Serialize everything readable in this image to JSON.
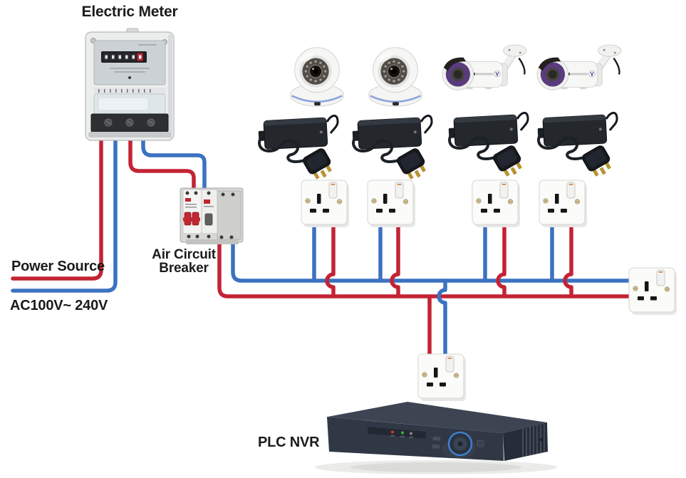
{
  "diagram": {
    "labels": {
      "electric_meter": "Electric Meter",
      "air_circuit_breaker_line1": "Air Circuit",
      "air_circuit_breaker_line2": "Breaker",
      "power_source": "Power Source",
      "voltage_range": "AC100V~ 240V",
      "plc_nvr": "PLC NVR"
    },
    "wire_colors": {
      "live": "#c32334",
      "neutral": "#3b72c1"
    },
    "accent_colors": {
      "dome_camera_stripe": "#8aa4dc",
      "bullet_camera_ring": "#5a3b7d",
      "nvr_dial_ring": "#3f7dca",
      "breaker_toggle": "#c1272f"
    }
  }
}
